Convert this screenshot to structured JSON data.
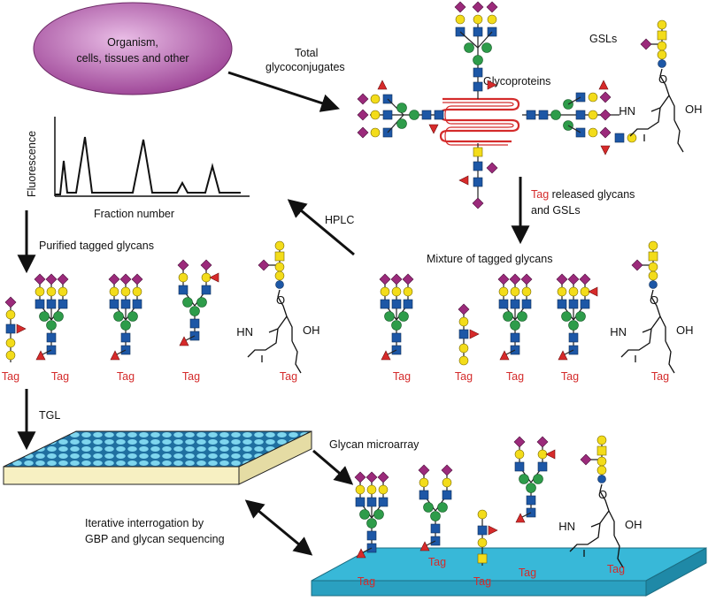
{
  "colors": {
    "mannose": "#2e9c4a",
    "galactose": "#f3dc1a",
    "glcnac": "#1d57a6",
    "sialic": "#9b2a7b",
    "fucose": "#d62a2a",
    "tag_text": "#d42b2b",
    "microarray_slide": "#38b8d8",
    "organism_fill": "#a04a9a",
    "protein_ribbon": "#d42b2b"
  },
  "source": {
    "text_line1": "Organism,",
    "text_line2": "cells, tissues and other"
  },
  "arrows": {
    "total_glycoconjugates_1": "Total",
    "total_glycoconjugates_2": "glycoconjugates",
    "tag_word": "Tag",
    "released_1": " released glycans",
    "released_2": "and GSLs",
    "hplc": "HPLC",
    "purified": "Purified tagged glycans",
    "tgl": "TGL",
    "microarray": "Glycan microarray",
    "iterative_1": "Iterative interrogation by",
    "iterative_2": "GBP and glycan sequencing"
  },
  "labels": {
    "glycoproteins": "Glycoproteins",
    "gsls": "GSLs",
    "mixture": "Mixture of tagged glycans",
    "tag": "Tag"
  },
  "chart": {
    "ylabel": "Fluorescence",
    "xlabel": "Fraction number"
  },
  "chem": {
    "hn": "HN",
    "oh": "OH",
    "o": "O"
  }
}
